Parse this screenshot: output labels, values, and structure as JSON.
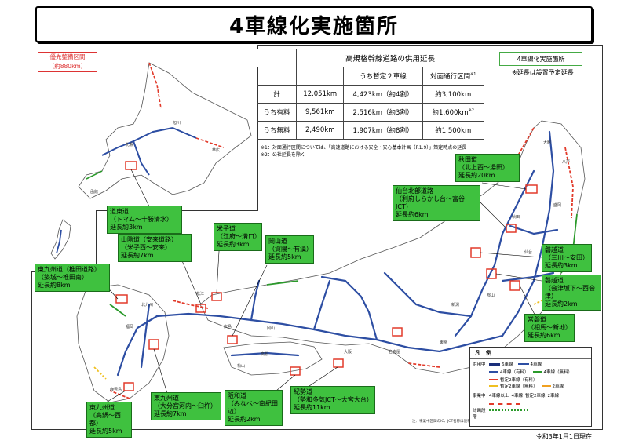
{
  "title": "4車線化実施箇所",
  "priority_section": {
    "label": "優先整備区間",
    "length": "（約880km）"
  },
  "stats": {
    "heading": "高規格幹線道路の供用延長",
    "col_temp2": "うち暫定２車線",
    "col_opposing": "対面通行区間",
    "col_opposing_sup": "※1",
    "rows": [
      {
        "label": "計",
        "total": "12,051km",
        "temp2": "4,423km（約4割）",
        "opposing": "約3,100km",
        "sup": ""
      },
      {
        "label": "うち有料",
        "total": "9,561km",
        "temp2": "2,516km（約3割）",
        "opposing": "約1,600km",
        "sup": "※2"
      },
      {
        "label": "うち無料",
        "total": "2,490km",
        "temp2": "1,907km（約8割）",
        "opposing": "約1,500km",
        "sup": ""
      }
    ],
    "note1": "※1：対面通行区間については、「高速道路における安全・安心基本計画（R1.9）」策定時点の延長",
    "note2": "※2：公社延長を除く"
  },
  "legend_tag": "4車線化実施箇所",
  "length_note": "※延長は設置予定延長",
  "callouts": [
    {
      "id": "doto",
      "l1": "道東道",
      "l2": "（トマム～十勝清水）",
      "l3": "延長約3km"
    },
    {
      "id": "akita",
      "l1": "秋田道",
      "l2": "（北上西～湯田）",
      "l3": "延長約20km"
    },
    {
      "id": "sanriku",
      "l1": "仙台北部道路",
      "l2": "（利府しらかし台～富谷JCT）",
      "l3": "延長約6km"
    },
    {
      "id": "yonezawa",
      "l1": "米子道",
      "l2": "（江府～溝口）",
      "l3": "延長約3km"
    },
    {
      "id": "sanin",
      "l1": "山陰道（安来道路）",
      "l2": "（米子西～安来）",
      "l3": "延長約7km"
    },
    {
      "id": "okayama",
      "l1": "岡山道",
      "l2": "（賀陽～有漢）",
      "l3": "延長約5km"
    },
    {
      "id": "higashikyushu1",
      "l1": "東九州道（椎田道路）",
      "l2": "（築城～椎田南）",
      "l3": "延長約8km"
    },
    {
      "id": "banetsu1",
      "l1": "磐越道",
      "l2": "（三川～安田）",
      "l3": "延長約3km"
    },
    {
      "id": "banetsu2",
      "l1": "磐越道",
      "l2": "（会津坂下～西会津）",
      "l3": "延長約2km"
    },
    {
      "id": "joban",
      "l1": "常磐道",
      "l2": "（相馬～新地）",
      "l3": "延長約6km"
    },
    {
      "id": "higashikyushu2",
      "l1": "東九州道",
      "l2": "（大分宮河内～臼杵）",
      "l3": "延長約7km"
    },
    {
      "id": "hanwa",
      "l1": "阪和道",
      "l2": "（みなべ～南紀田辺）",
      "l3": "延長約2km"
    },
    {
      "id": "kisei",
      "l1": "紀勢道",
      "l2": "（勢和多気JCT～大宮大台）",
      "l3": "延長約11km"
    },
    {
      "id": "higashikyushu3",
      "l1": "東九州道",
      "l2": "（高鍋～西都）",
      "l3": "延長約5km"
    }
  ],
  "legend": {
    "title": "凡　例",
    "row1": "供用中",
    "items_a": [
      "6車線",
      "4車線",
      "4車線（有料）",
      "4車線（無料）",
      "暫定2車線（有料）",
      "暫定2車線（無料）",
      "2車線"
    ],
    "row2": "事業中",
    "row3": "計画段階",
    "items_b": [
      "4車線以上",
      "4車線",
      "暫定2車線",
      "2車線"
    ]
  },
  "map_note": "注：事業中区間のIC、JCT名称は仮称を含む",
  "footer": "令和3年1月1日現在",
  "colors": {
    "expressway": "#2d4ea3",
    "toll_free": "#2b9a2b",
    "planned": "#e23a2a",
    "callout": "#3fc13f",
    "highlight": "#e23a2a",
    "project": "#f0c020"
  }
}
